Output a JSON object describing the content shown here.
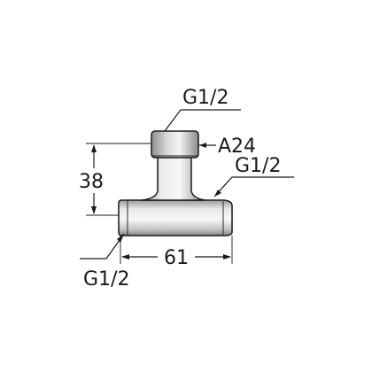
{
  "labels": {
    "top_thread": "G1/2",
    "hex_across_flats": "A24",
    "right_thread": "G1/2",
    "left_thread": "G1/2",
    "height": "38",
    "width": "61"
  },
  "colors": {
    "line": "#1a1a1a",
    "metal_dark": "#8a8a8a",
    "metal_mid": "#c9c9c9",
    "metal_light": "#f2f2f2"
  }
}
